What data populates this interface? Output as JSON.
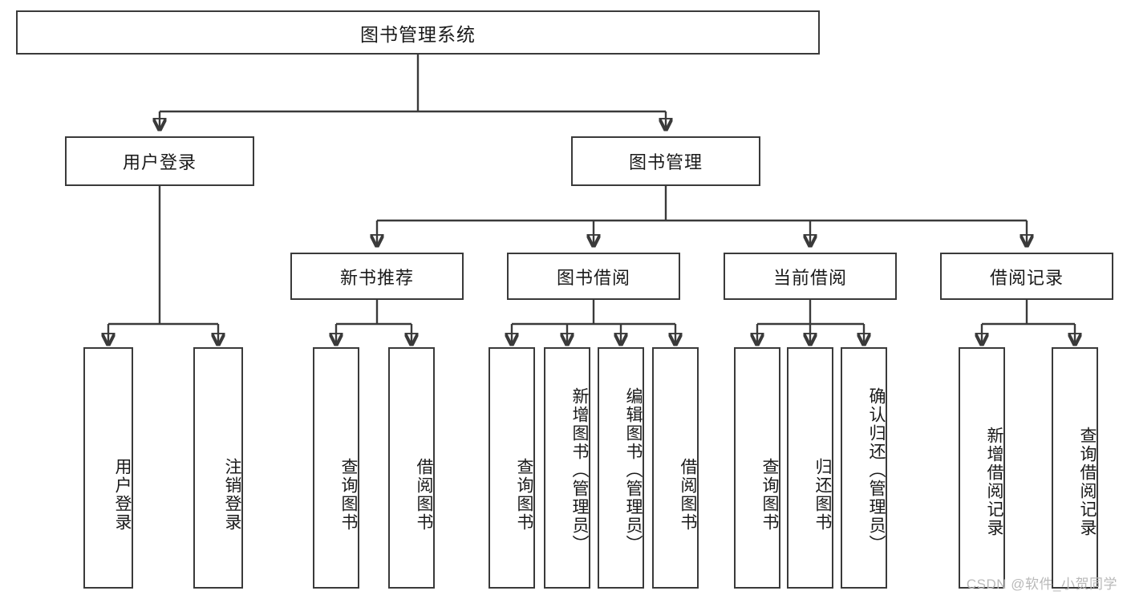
{
  "diagram": {
    "title": "图书管理系统",
    "type": "hierarchy-tree",
    "root": {
      "id": "root",
      "label": "图书管理系统"
    },
    "level2": [
      {
        "id": "user-login",
        "label": "用户登录"
      },
      {
        "id": "book-manage",
        "label": "图书管理"
      }
    ],
    "level3": [
      {
        "id": "new-book-recommend",
        "label": "新书推荐"
      },
      {
        "id": "book-borrow",
        "label": "图书借阅"
      },
      {
        "id": "current-borrow",
        "label": "当前借阅"
      },
      {
        "id": "borrow-record",
        "label": "借阅记录"
      }
    ],
    "leaves": [
      {
        "id": "leaf-user-login",
        "label": "用户登录",
        "parent": "user-login"
      },
      {
        "id": "leaf-user-logout",
        "label": "注销登录",
        "parent": "user-login"
      },
      {
        "id": "leaf-query-book-1",
        "label": "查询图书",
        "parent": "new-book-recommend"
      },
      {
        "id": "leaf-borrow-book-1",
        "label": "借阅图书",
        "parent": "new-book-recommend"
      },
      {
        "id": "leaf-query-book-2",
        "label": "查询图书",
        "parent": "book-borrow"
      },
      {
        "id": "leaf-add-book",
        "label": "新增图书（管理员）",
        "parent": "book-borrow"
      },
      {
        "id": "leaf-edit-book",
        "label": "编辑图书（管理员）",
        "parent": "book-borrow"
      },
      {
        "id": "leaf-borrow-book-2",
        "label": "借阅图书",
        "parent": "book-borrow"
      },
      {
        "id": "leaf-query-book-3",
        "label": "查询图书",
        "parent": "current-borrow"
      },
      {
        "id": "leaf-return-book",
        "label": "归还图书",
        "parent": "current-borrow"
      },
      {
        "id": "leaf-confirm-return",
        "label": "确认归还（管理员）",
        "parent": "current-borrow"
      },
      {
        "id": "leaf-add-record",
        "label": "新增借阅记录",
        "parent": "borrow-record"
      },
      {
        "id": "leaf-query-record",
        "label": "查询借阅记录",
        "parent": "borrow-record"
      }
    ]
  },
  "watermark": {
    "text": "CSDN @软件_小贺同学"
  },
  "colors": {
    "stroke": "#3a3a3a",
    "background": "#ffffff",
    "text": "#1a1a1a",
    "watermark": "#b9b9b9"
  }
}
